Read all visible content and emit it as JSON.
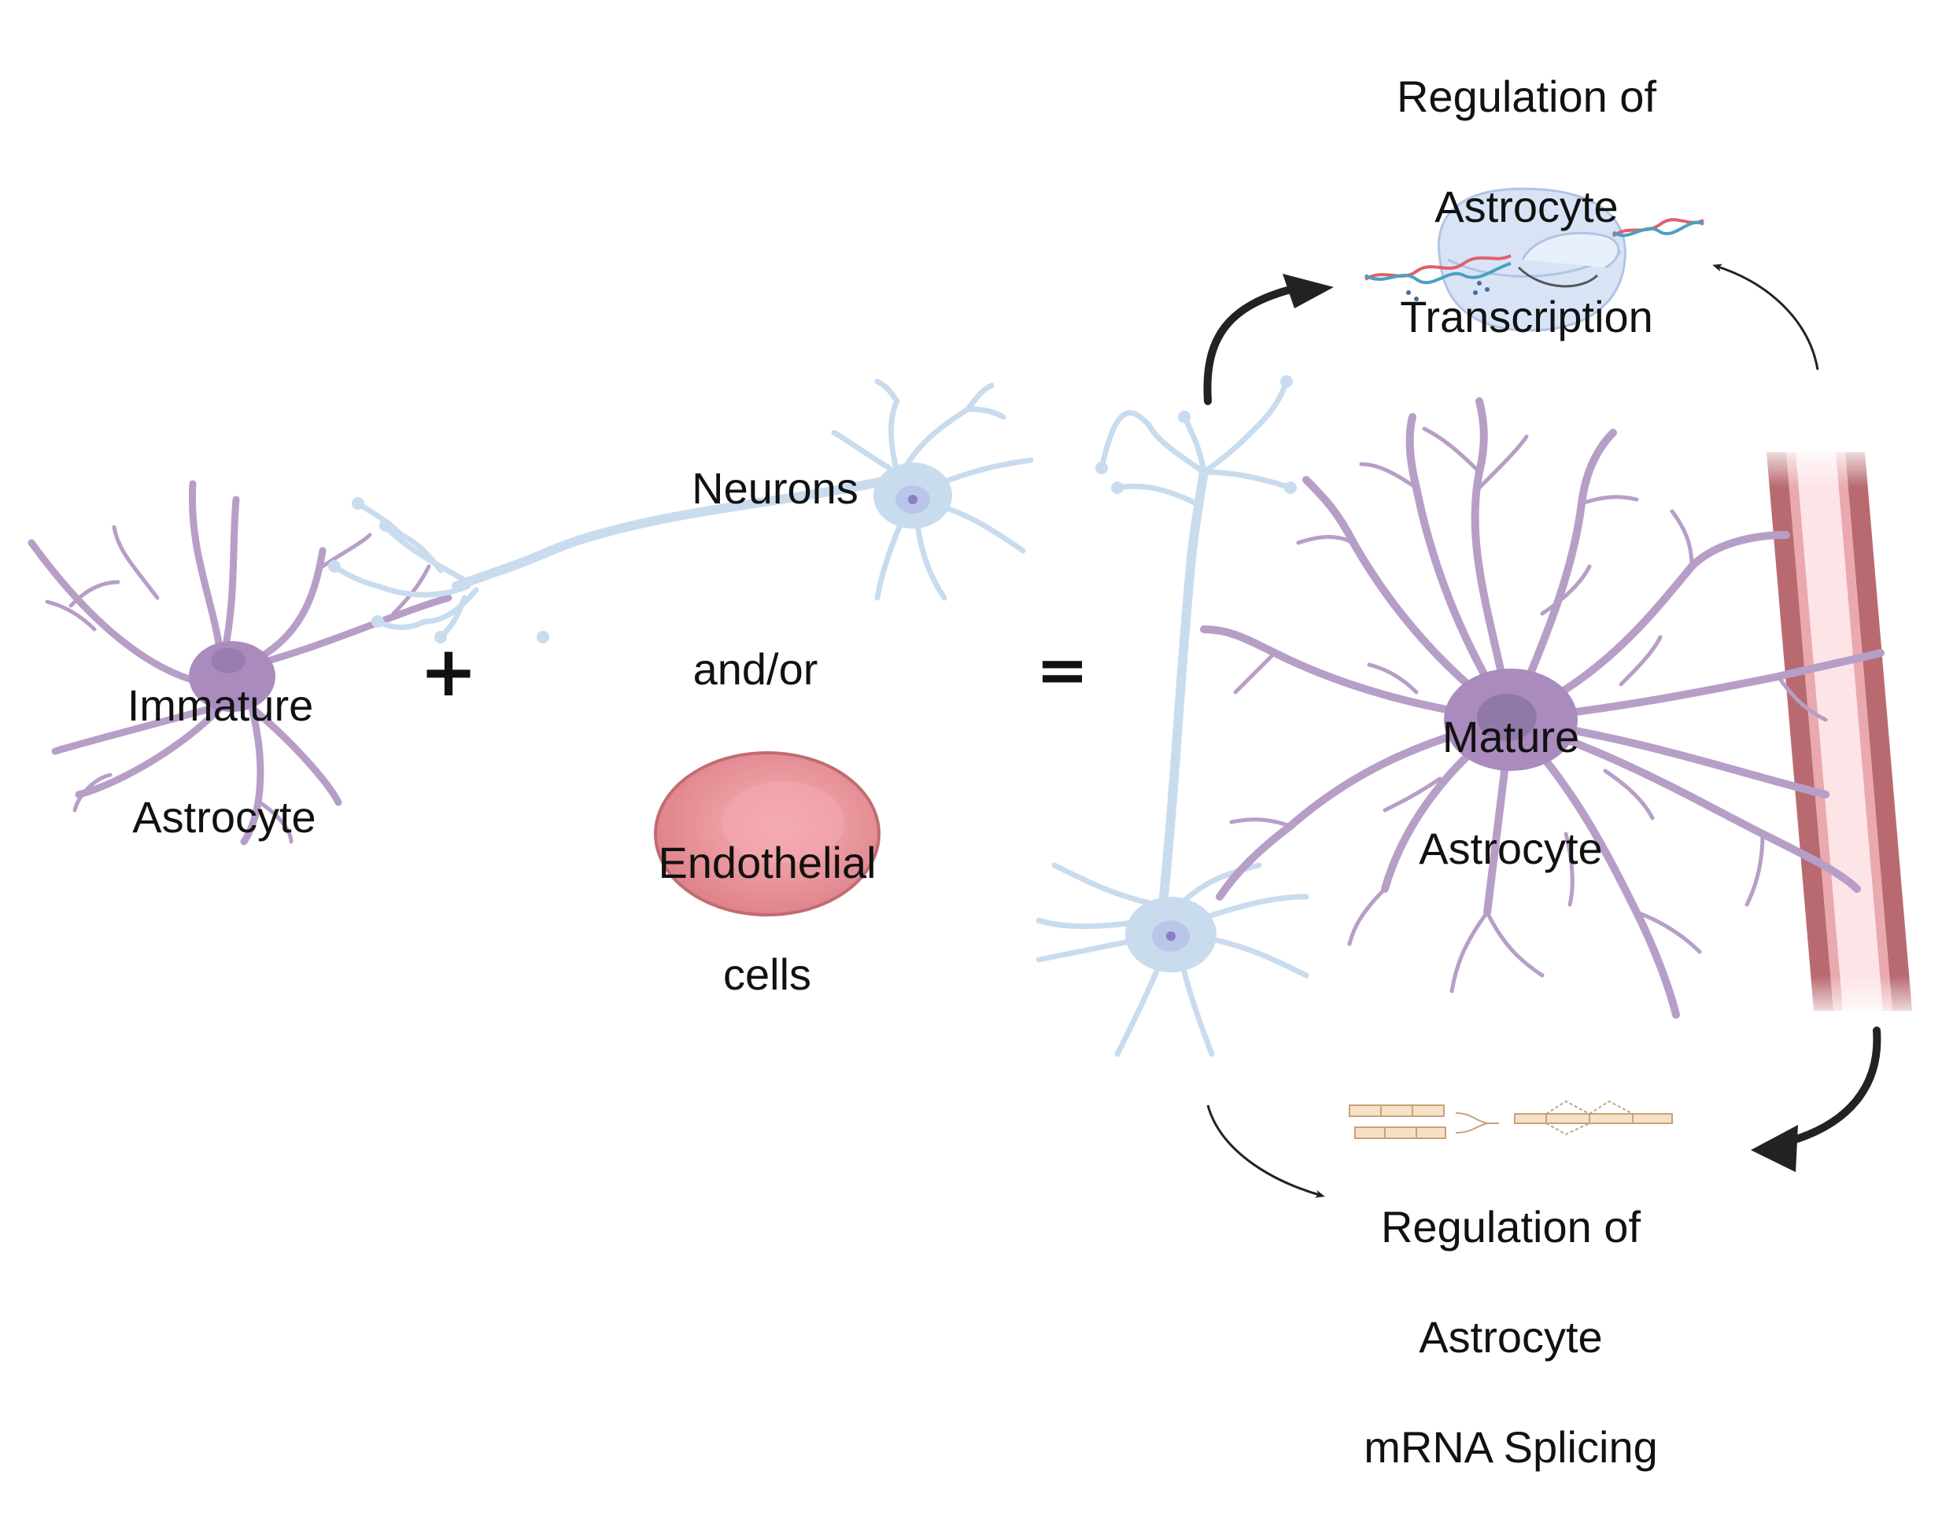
{
  "labels": {
    "immature": [
      "Immature",
      "Astrocyte"
    ],
    "neurons": "Neurons",
    "and_or": "and/or",
    "endothelial": [
      "Endothelial",
      "cells"
    ],
    "mature": [
      "Mature",
      "Astrocyte"
    ],
    "transcription": [
      "Regulation of",
      "Astrocyte",
      "Transcription"
    ],
    "splicing": [
      "Regulation of",
      "Astrocyte",
      "mRNA Splicing"
    ]
  },
  "operators": {
    "plus": "+",
    "equals": "="
  },
  "colors": {
    "astrocyte": "#b79ec7",
    "astrocyte_body": "#a98bbd",
    "neuron": "#c9dcee",
    "neuron_nucleus": "#8a7fc4",
    "endothelial": "#e58f96",
    "vessel_wall": "#b96a70",
    "vessel_lumen": "#fde4e6",
    "polymerase": "#d8e4f6",
    "exon": "#f6e1c6",
    "arrow": "#222222"
  },
  "icons": [
    "immature-astrocyte-icon",
    "neuron-icon",
    "endothelial-cell-icon",
    "mature-astrocyte-icon",
    "blood-vessel-icon",
    "rna-polymerase-icon",
    "splicing-icon"
  ]
}
